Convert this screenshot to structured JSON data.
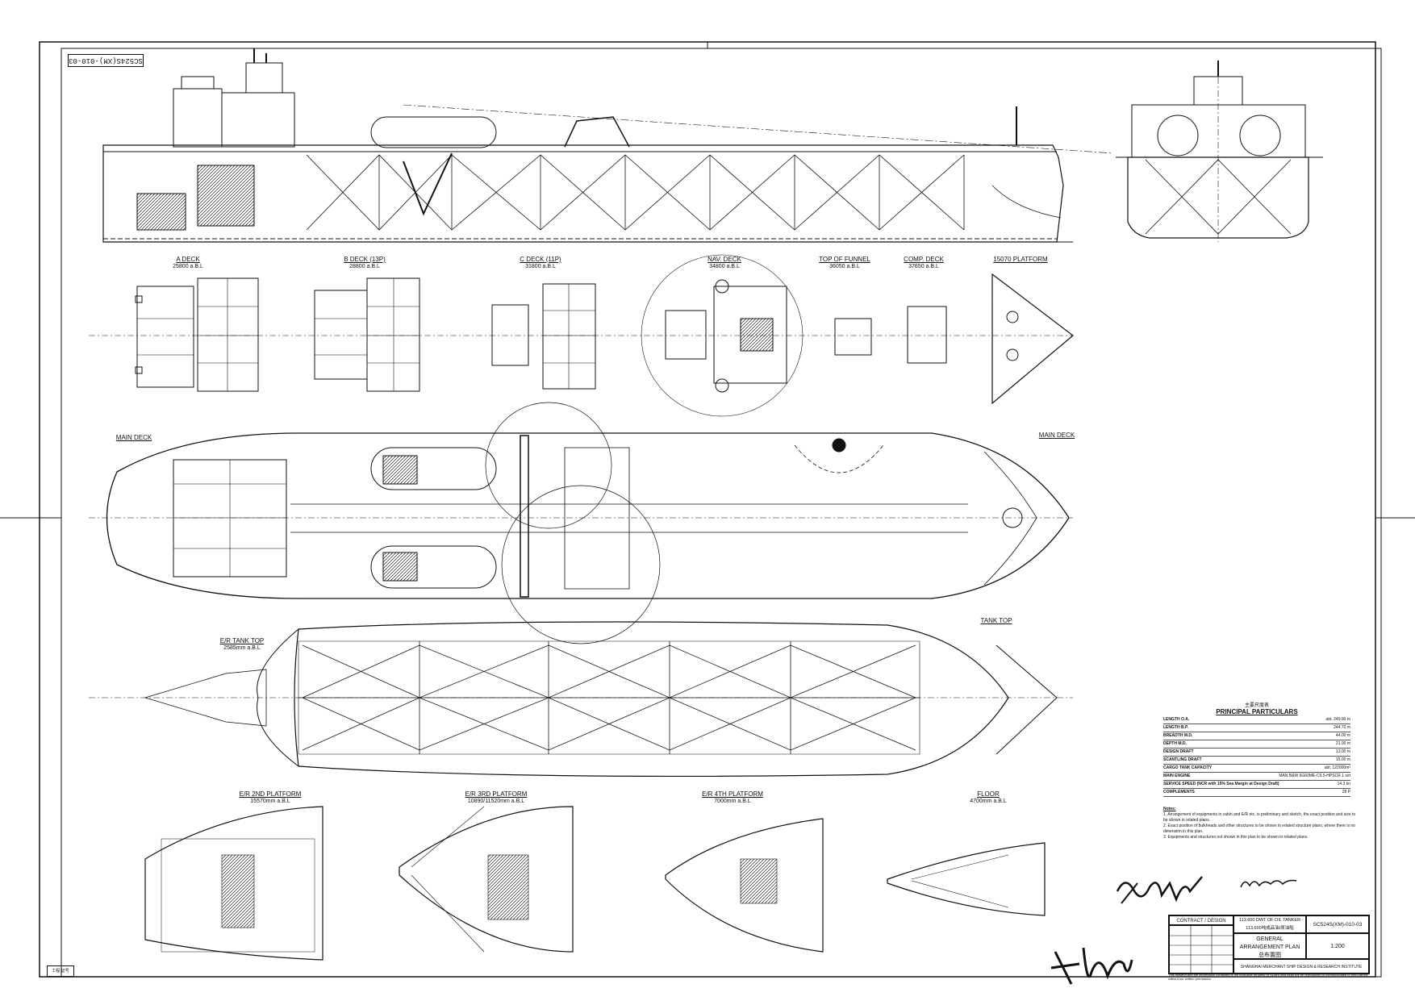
{
  "drawing_number_stamp": "SC524S(XM)-010-03",
  "views": {
    "a_deck": {
      "name": "A DECK",
      "level": "25800 a.B.L"
    },
    "b_deck": {
      "name": "B DECK (13P)",
      "level": "28800 a.B.L"
    },
    "c_deck": {
      "name": "C DECK (11P)",
      "level": "31800 a.B.L"
    },
    "nav_deck": {
      "name": "NAV. DECK",
      "level": "34800 a.B.L"
    },
    "top_of_funnel": {
      "name": "TOP OF FUNNEL",
      "level": "36050 a.B.L"
    },
    "comp_deck": {
      "name": "COMP. DECK",
      "level": "37650 a.B.L"
    },
    "platform_15070": {
      "name": "15070 PLATFORM"
    },
    "main_deck_left": "MAIN DECK",
    "main_deck_right": "MAIN DECK",
    "er_tank_top": {
      "name": "E/R TANK TOP",
      "level": "2585mm a.B.L"
    },
    "tank_top": "TANK TOP",
    "er_2nd_platform": {
      "name": "E/R 2ND PLATFORM",
      "level": "15570mm a.B.L"
    },
    "er_3rd_platform": {
      "name": "E/R 3RD PLATFORM",
      "level": "10890/11520mm a.B.L"
    },
    "er_4th_platform": {
      "name": "E/R 4TH PLATFORM",
      "level": "7000mm a.B.L"
    },
    "floor": {
      "name": "FLOOR",
      "level": "4700mm a.B.L"
    }
  },
  "particulars": {
    "title_cn": "主要尺度表",
    "title_en": "PRINCIPAL PARTICULARS",
    "rows": [
      {
        "label": "LENGTH O.A.",
        "value": "abt. 249.90 m"
      },
      {
        "label": "LENGTH B.P.",
        "value": "244.70 m"
      },
      {
        "label": "BREADTH M.D.",
        "value": "44.00 m"
      },
      {
        "label": "DEPTH M.D.",
        "value": "21.00 m"
      },
      {
        "label": "DESIGN DRAFT",
        "value": "13.00 m"
      },
      {
        "label": "SCANTLING DRAFT",
        "value": "15.00 m"
      },
      {
        "label": "CARGO TANK CAPACITY",
        "value": "abt. 122000m³"
      },
      {
        "label": "MAIN ENGINE",
        "value": "MAN B&W 6G60ME-C9.5-HPSCR 1 set"
      },
      {
        "label": "SERVICE SPEED (NCR with 15% Sea Margin at Design Draft)",
        "value": "14.3 kn"
      },
      {
        "label": "COMPLEMENTS",
        "value": "28 P"
      }
    ]
  },
  "notes": {
    "title": "Notes:",
    "items": [
      "1. Arrangement of equipments in cabin and E/R etc. is preliminary and sketch, the exact position and size to be shown in related plans.",
      "2. Exact position of bulkheads and other structures to be shown in related structure plans, where there is no dimension in this plan.",
      "3. Equipments and structures not shown in this plan to be shown in related plans."
    ]
  },
  "title_block": {
    "contract": "CONTRACT",
    "design": "DESIGN",
    "vessel_en": "113,600 DWT OF OIL TANKER",
    "vessel_cn": "113,600吨成品油/原油船",
    "drawing_no": "SC524S(XM)-010-03",
    "title_en": "GENERAL ARRANGEMENT PLAN",
    "title_cn": "总布置图",
    "scale": "1:200",
    "company": "SHANGHAI MERCHANT SHIP DESIGN & RESEARCH INSTITUTE"
  },
  "footer_text": "This drawing and the information contained is the exclusive property of SDARI and must not be reproduced or communicated to third parties without our written permission.",
  "corner_tag": "工程 证号"
}
